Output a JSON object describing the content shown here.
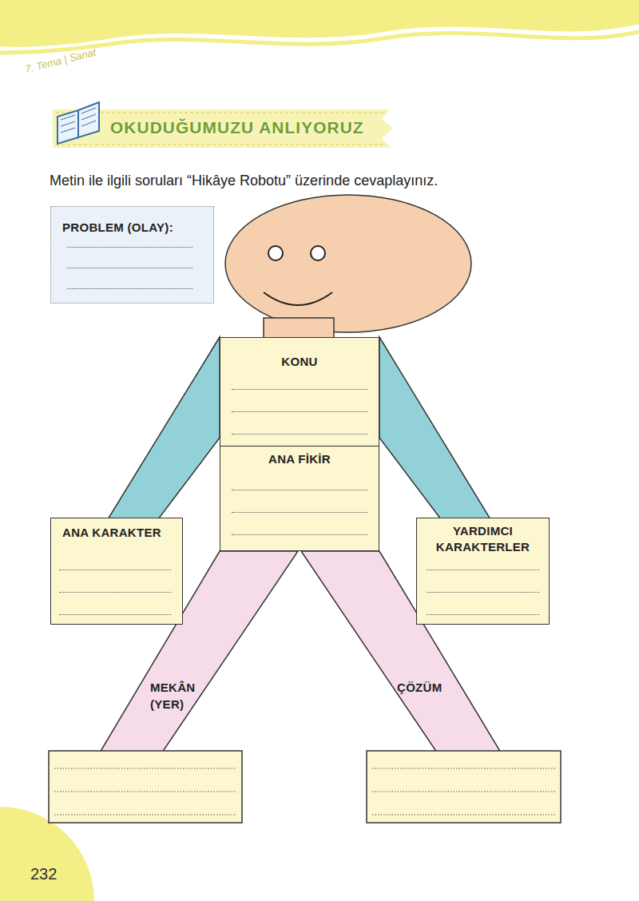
{
  "diagram": {
    "title": "OKUDUĞUMUZU ANLIYORUZ",
    "nodes": [
      {
        "text": [
          "PROBLEM (OLAY):"
        ]
      },
      {
        "text": [
          "KONU"
        ]
      },
      {
        "text": [
          "ANA FİKİR"
        ]
      },
      {
        "text": [
          "ANA KARAKTER"
        ]
      },
      {
        "text": [
          "YARDIMCI KARAKTERLER"
        ]
      }
    ],
    "labels": [
      "7. Tema | Sanat",
      "Metin ile ilgili soruları “Hikâye Robotu” üzerinde cevaplayınız.",
      "MEKÂN (YER)",
      "ÇÖZÜM",
      "232"
    ]
  }
}
